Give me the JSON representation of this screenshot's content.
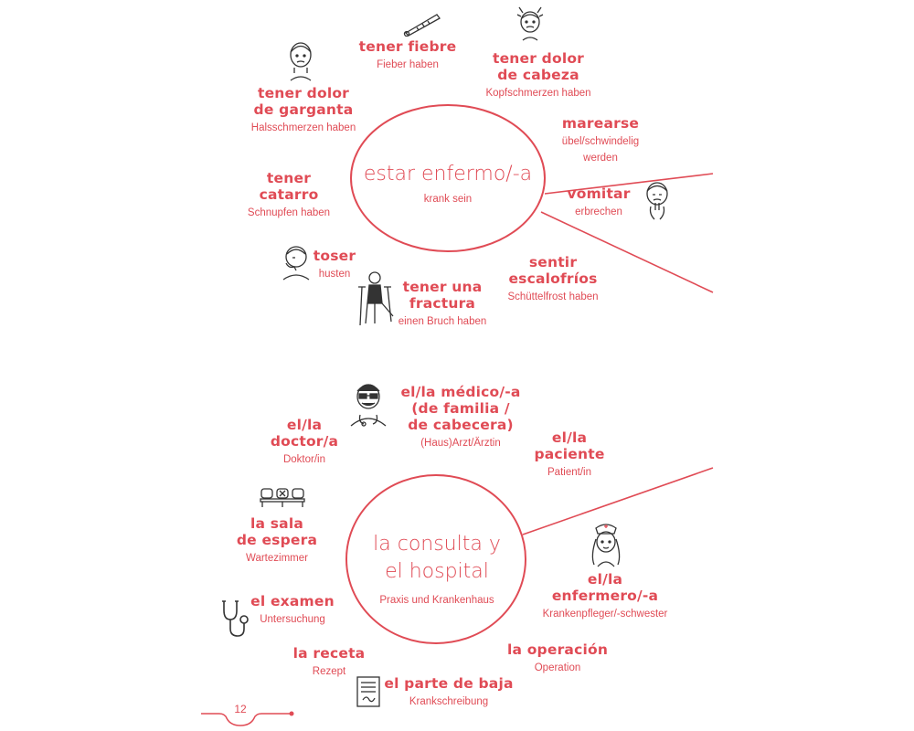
{
  "page": {
    "number": "12"
  },
  "colors": {
    "accent": "#e04b55",
    "ink": "#333333"
  },
  "section1": {
    "center": {
      "es": "estar enfermo/-a",
      "de": "krank sein"
    },
    "terms": [
      {
        "es": "tener fiebre",
        "de": "Fieber haben",
        "icon": "thermometer-icon"
      },
      {
        "es": "tener dolor\nde cabeza",
        "de": "Kopfschmerzen haben",
        "icon": "headache-person-icon"
      },
      {
        "es": "tener dolor\nde garganta",
        "de": "Halsschmerzen haben",
        "icon": "sore-throat-person-icon"
      },
      {
        "es": "marearse",
        "de": "übel/schwindelig\nwerden"
      },
      {
        "es": "tener\ncatarro",
        "de": "Schnupfen haben"
      },
      {
        "es": "vomitar",
        "de": "erbrechen",
        "icon": "nauseous-person-icon"
      },
      {
        "es": "toser",
        "de": "husten",
        "icon": "coughing-person-icon"
      },
      {
        "es": "sentir\nescalofríos",
        "de": "Schüttelfrost haben"
      },
      {
        "es": "tener una\nfractura",
        "de": "einen Bruch haben",
        "icon": "person-on-crutches-icon"
      }
    ]
  },
  "section2": {
    "center": {
      "es": "la consulta y\nel hospital",
      "de": "Praxis und Krankenhaus"
    },
    "terms": [
      {
        "es": "el/la médico/-a\n(de familia /\nde cabecera)",
        "de": "(Haus)Arzt/Ärztin",
        "icon": "doctor-icon"
      },
      {
        "es": "el/la\ndoctor/a",
        "de": "Doktor/in"
      },
      {
        "es": "el/la\npaciente",
        "de": "Patient/in"
      },
      {
        "es": "la sala\nde espera",
        "de": "Wartezimmer",
        "icon": "waiting-chairs-icon"
      },
      {
        "es": "el/la\nenfermero/-a",
        "de": "Krankenpfleger/-schwester",
        "icon": "nurse-icon"
      },
      {
        "es": "el examen",
        "de": "Untersuchung",
        "icon": "stethoscope-icon"
      },
      {
        "es": "la receta",
        "de": "Rezept"
      },
      {
        "es": "la operación",
        "de": "Operation"
      },
      {
        "es": "el parte de baja",
        "de": "Krankschreibung",
        "icon": "sick-note-icon"
      }
    ]
  }
}
